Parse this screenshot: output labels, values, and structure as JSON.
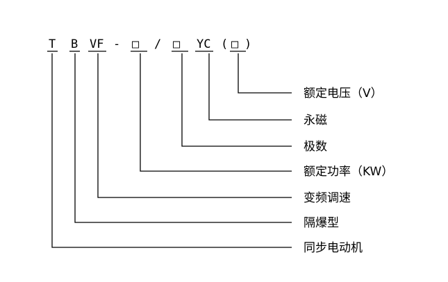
{
  "model_code": {
    "t": "T",
    "b": "B",
    "vf": "VF",
    "dash": "-",
    "box1": "□",
    "slash": "/",
    "box2": "□",
    "yc": "YC",
    "paren_open": "(",
    "box3": "□",
    "paren_close": ")"
  },
  "labels": [
    "额定电压（V）",
    "永磁",
    "极数",
    "额定功率（KW）",
    "变频调速",
    "隔爆型",
    "同步电动机"
  ],
  "colors": {
    "ink": "#000000",
    "background": "#ffffff"
  }
}
